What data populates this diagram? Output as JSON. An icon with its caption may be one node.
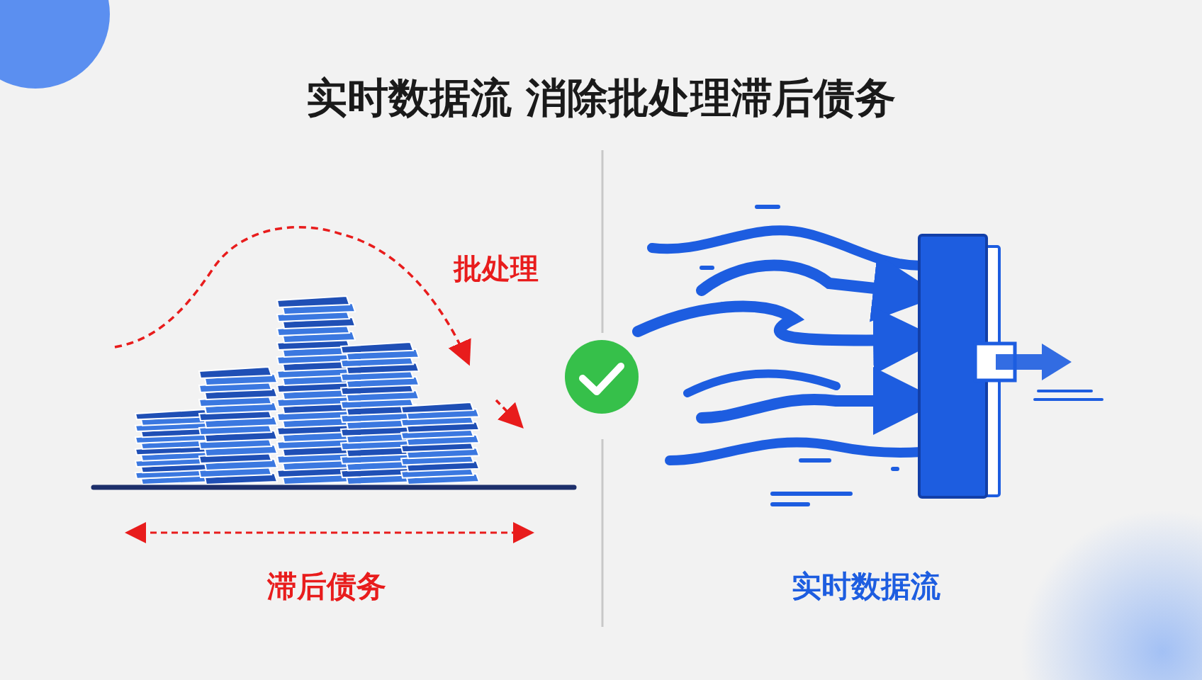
{
  "diagram": {
    "title": "实时数据流 消除批处理滞后债务",
    "labels": [
      "批处理",
      "滞后债务",
      "实时数据流"
    ]
  }
}
